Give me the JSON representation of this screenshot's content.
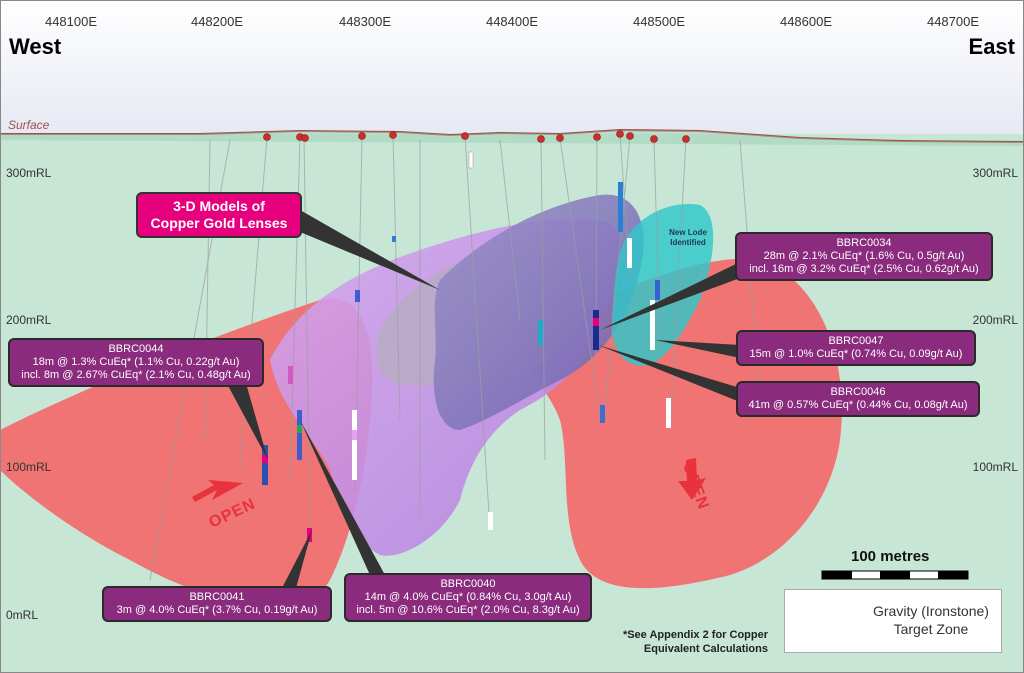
{
  "eastings": [
    "448100E",
    "448200E",
    "448300E",
    "448400E",
    "448500E",
    "448600E",
    "448700E"
  ],
  "rl_labels": [
    "300mRL",
    "200mRL",
    "100mRL",
    "0mRL"
  ],
  "directions": {
    "west": "West",
    "east": "East"
  },
  "surface_label": "Surface",
  "models_label": {
    "line1": "3-D Models of",
    "line2": "Copper Gold Lenses"
  },
  "new_lode": {
    "line1": "New Lode",
    "line2": "Identified"
  },
  "open_label": "Open",
  "callouts": {
    "bbrc0034": {
      "id": "BBRC0034",
      "line1": "28m @ 2.1% CuEq* (1.6% Cu, 0.5g/t Au)",
      "line2": "incl. 16m @ 3.2% CuEq* (2.5% Cu, 0.62g/t Au)"
    },
    "bbrc0044": {
      "id": "BBRC0044",
      "line1": "18m @ 1.3% CuEq* (1.1% Cu, 0.22g/t Au)",
      "line2": "incl. 8m @ 2.67% CuEq* (2.1% Cu, 0.48g/t Au)"
    },
    "bbrc0047": {
      "id": "BBRC0047",
      "line1": "15m @ 1.0% CuEq* (0.74% Cu, 0.09g/t Au)"
    },
    "bbrc0046": {
      "id": "BBRC0046",
      "line1": "41m @ 0.57% CuEq* (0.44% Cu, 0.08g/t Au)"
    },
    "bbrc0041": {
      "id": "BBRC0041",
      "line1": "3m @ 4.0% CuEq* (3.7% Cu, 0.19g/t Au)"
    },
    "bbrc0040": {
      "id": "BBRC0040",
      "line1": "14m @ 4.0% CuEq* (0.84% Cu, 3.0g/t Au)",
      "line2": "incl. 5m @ 10.6% CuEq* (2.0% Cu, 8.3g/t Au)"
    }
  },
  "scale_label": "100 metres",
  "footnote": {
    "line1": "*See Appendix 2 for Copper",
    "line2": "Equivalent Calculations"
  },
  "legend": {
    "line1": "Gravity (Ironstone)",
    "line2": "Target Zone"
  },
  "colors": {
    "ground": "#c7e6d6",
    "sky": "#eef1f7",
    "gravity": "#f26a6a",
    "lens_purple": "#c58ee8",
    "lens_dark": "#7a6fb8",
    "lode_cyan": "#2fc7c9",
    "callout": "#8a2b7e",
    "models_box": "#e6007e"
  }
}
